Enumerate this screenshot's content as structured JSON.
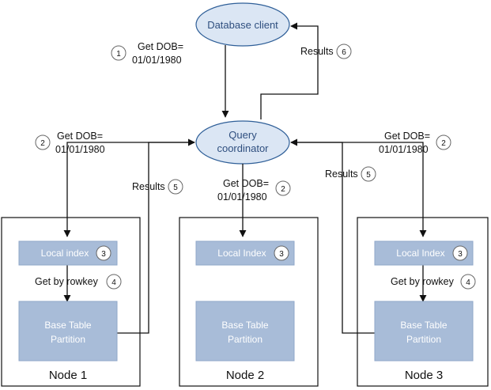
{
  "client": {
    "label": "Database client"
  },
  "coordinator": {
    "line1": "Query",
    "line2": "coordinator"
  },
  "steps": {
    "client_to_coord": {
      "line1": "Get DOB=",
      "line2": "01/01/1980",
      "num": "1"
    },
    "coord_to_client": {
      "label": "Results",
      "num": "6"
    },
    "to_node1": {
      "line1": "Get DOB=",
      "line2": "01/01/1980",
      "num": "2"
    },
    "to_node2": {
      "line1": "Get DOB=",
      "line2": "01/01/1980",
      "num": "2"
    },
    "to_node3": {
      "line1": "Get DOB=",
      "line2": "01/01/1980",
      "num": "2"
    },
    "from_node1": {
      "label": "Results",
      "num": "5"
    },
    "from_node3": {
      "label": "Results",
      "num": "5"
    }
  },
  "nodes": [
    {
      "name": "Node 1",
      "index_label": "Local index",
      "index_num": "3",
      "rowkey_label": "Get by rowkey",
      "rowkey_num": "4",
      "table_line1": "Base Table",
      "table_line2": "Partition"
    },
    {
      "name": "Node 2",
      "index_label": "Local Index",
      "index_num": "3",
      "table_line1": "Base Table",
      "table_line2": "Partition"
    },
    {
      "name": "Node 3",
      "index_label": "Local Index",
      "index_num": "3",
      "rowkey_label": "Get by rowkey",
      "rowkey_num": "4",
      "table_line1": "Base Table",
      "table_line2": "Partition"
    }
  ]
}
